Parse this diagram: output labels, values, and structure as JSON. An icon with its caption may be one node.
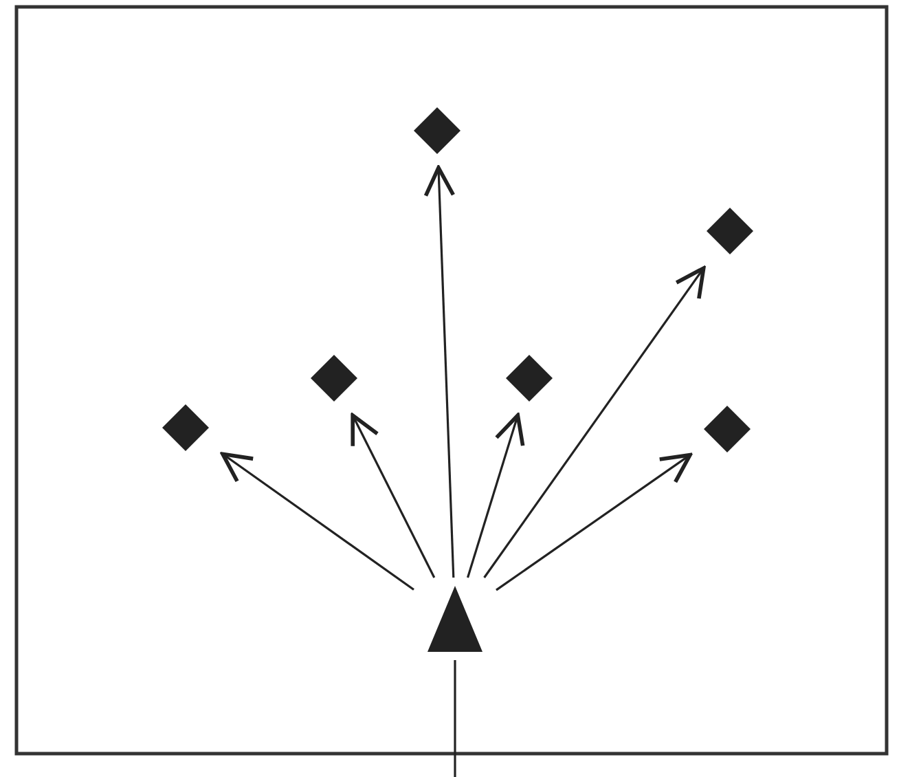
{
  "diagram": {
    "nodes": [
      {
        "text": [],
        "shape": "diamond"
      },
      {
        "text": [],
        "shape": "diamond"
      },
      {
        "text": [],
        "shape": "diamond"
      },
      {
        "text": [],
        "shape": "diamond"
      },
      {
        "text": [],
        "shape": "diamond"
      },
      {
        "text": [],
        "shape": "diamond"
      },
      {
        "text": [],
        "shape": "triangle"
      }
    ],
    "edges": [
      {
        "from": 6,
        "to": 0,
        "arrow": "to"
      },
      {
        "from": 6,
        "to": 1,
        "arrow": "to"
      },
      {
        "from": 6,
        "to": 2,
        "arrow": "to"
      },
      {
        "from": 6,
        "to": 3,
        "arrow": "to"
      },
      {
        "from": 6,
        "to": 4,
        "arrow": "to"
      },
      {
        "from": 6,
        "to": 5,
        "arrow": "to"
      },
      {
        "from": null,
        "to": 6,
        "arrow": "none"
      }
    ]
  }
}
